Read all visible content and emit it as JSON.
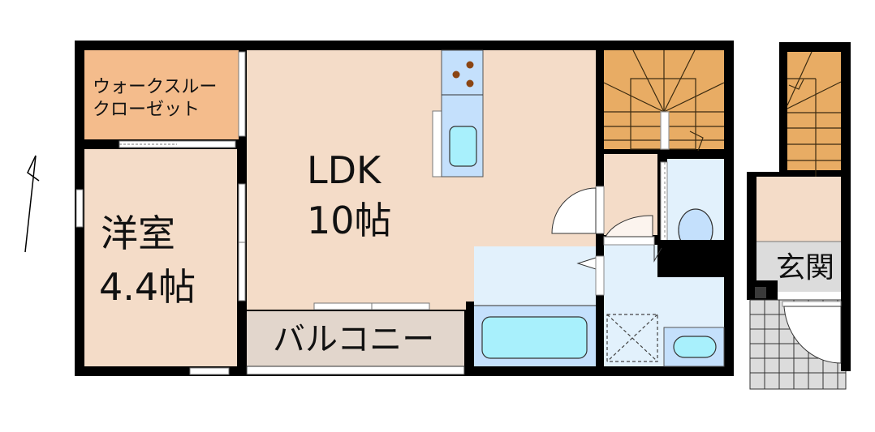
{
  "colors": {
    "wall": "#000000",
    "room_floor": "#f4dcc8",
    "closet_floor": "#f4bc8c",
    "stairs": "#e8ac64",
    "wet_area": "#e2f1fc",
    "fixture_blue": "#c4e0fc",
    "fixture_cyan": "#a8f0fc",
    "balcony": "#e2d6cc",
    "entrance": "#dcdcdc",
    "burner": "#8b4513"
  },
  "rooms": {
    "closet": {
      "line1": "ウォークスルー",
      "line2": "クローゼット"
    },
    "western_room": {
      "line1": "洋室",
      "line2": "4.4帖"
    },
    "ldk": {
      "line1": "LDK",
      "line2": "10帖"
    },
    "balcony": {
      "label": "バルコニー"
    },
    "entrance": {
      "label": "玄関"
    }
  },
  "compass": {
    "symbol": "north-arrow"
  }
}
